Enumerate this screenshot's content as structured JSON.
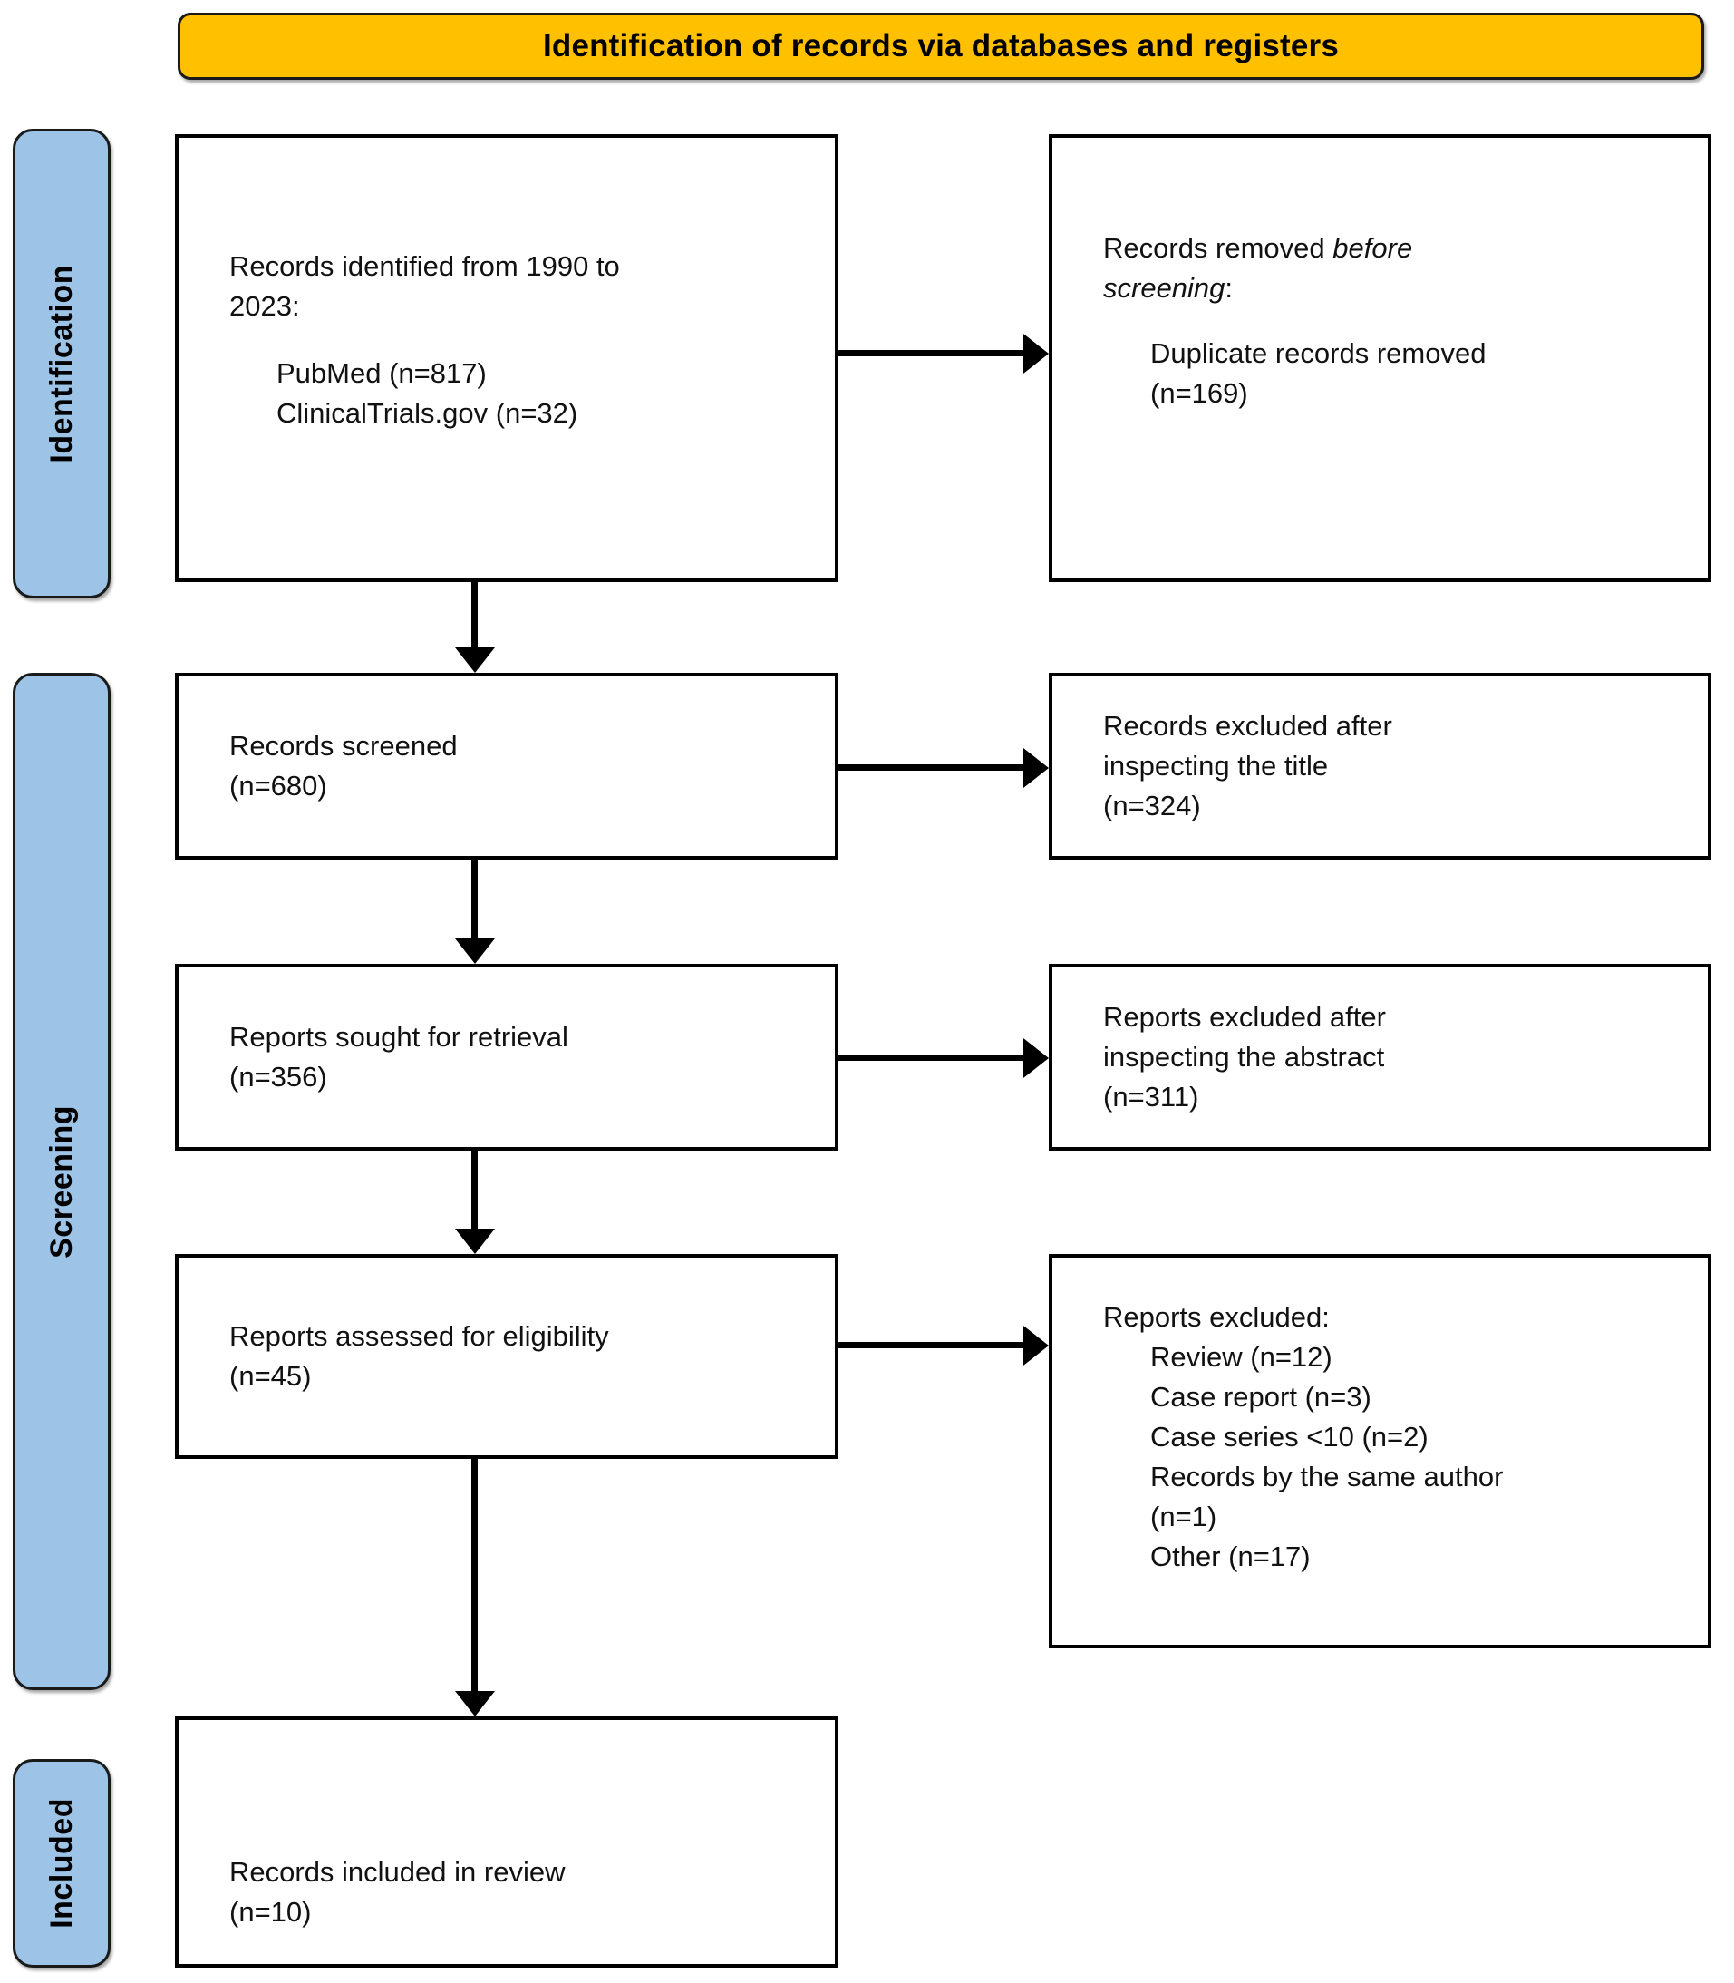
{
  "diagram": {
    "title": "Identification of records via databases and registers",
    "colors": {
      "banner_fill": "#FFC000",
      "rail_fill": "#9DC3E6",
      "box_fill": "#FFFFFF",
      "stroke": "#000000"
    }
  },
  "stages": {
    "identification": "Identification",
    "screening": "Screening",
    "included": "Included"
  },
  "boxes": {
    "identified": {
      "line1": "Records identified from 1990 to",
      "line2": "2023:",
      "source1": "PubMed (n=817)",
      "source2": "ClinicalTrials.gov (n=32)"
    },
    "removed": {
      "line1_a": "Records removed ",
      "line1_b": "before",
      "line2_b": "screening",
      "line2_a": ":",
      "detail1": "Duplicate records removed",
      "detail2": "(n=169)"
    },
    "screened": {
      "label": "Records screened",
      "count": "(n=680)"
    },
    "excluded_title": {
      "line1": "Records excluded after",
      "line2": "inspecting the title",
      "count": "(n=324)"
    },
    "sought": {
      "label": "Reports sought for retrieval",
      "count": "(n=356)"
    },
    "excluded_abstract": {
      "line1": "Reports excluded after",
      "line2": "inspecting the abstract",
      "count": "(n=311)"
    },
    "assessed": {
      "label": "Reports assessed for eligibility",
      "count": "(n=45)"
    },
    "excluded_full": {
      "heading": "Reports excluded:",
      "reasons": [
        "Review (n=12)",
        "Case report (n=3)",
        "Case series <10 (n=2)",
        "Records by the same author",
        "(n=1)",
        "Other (n=17)"
      ]
    },
    "included": {
      "label": "Records included in review",
      "count": "(n=10)"
    }
  }
}
